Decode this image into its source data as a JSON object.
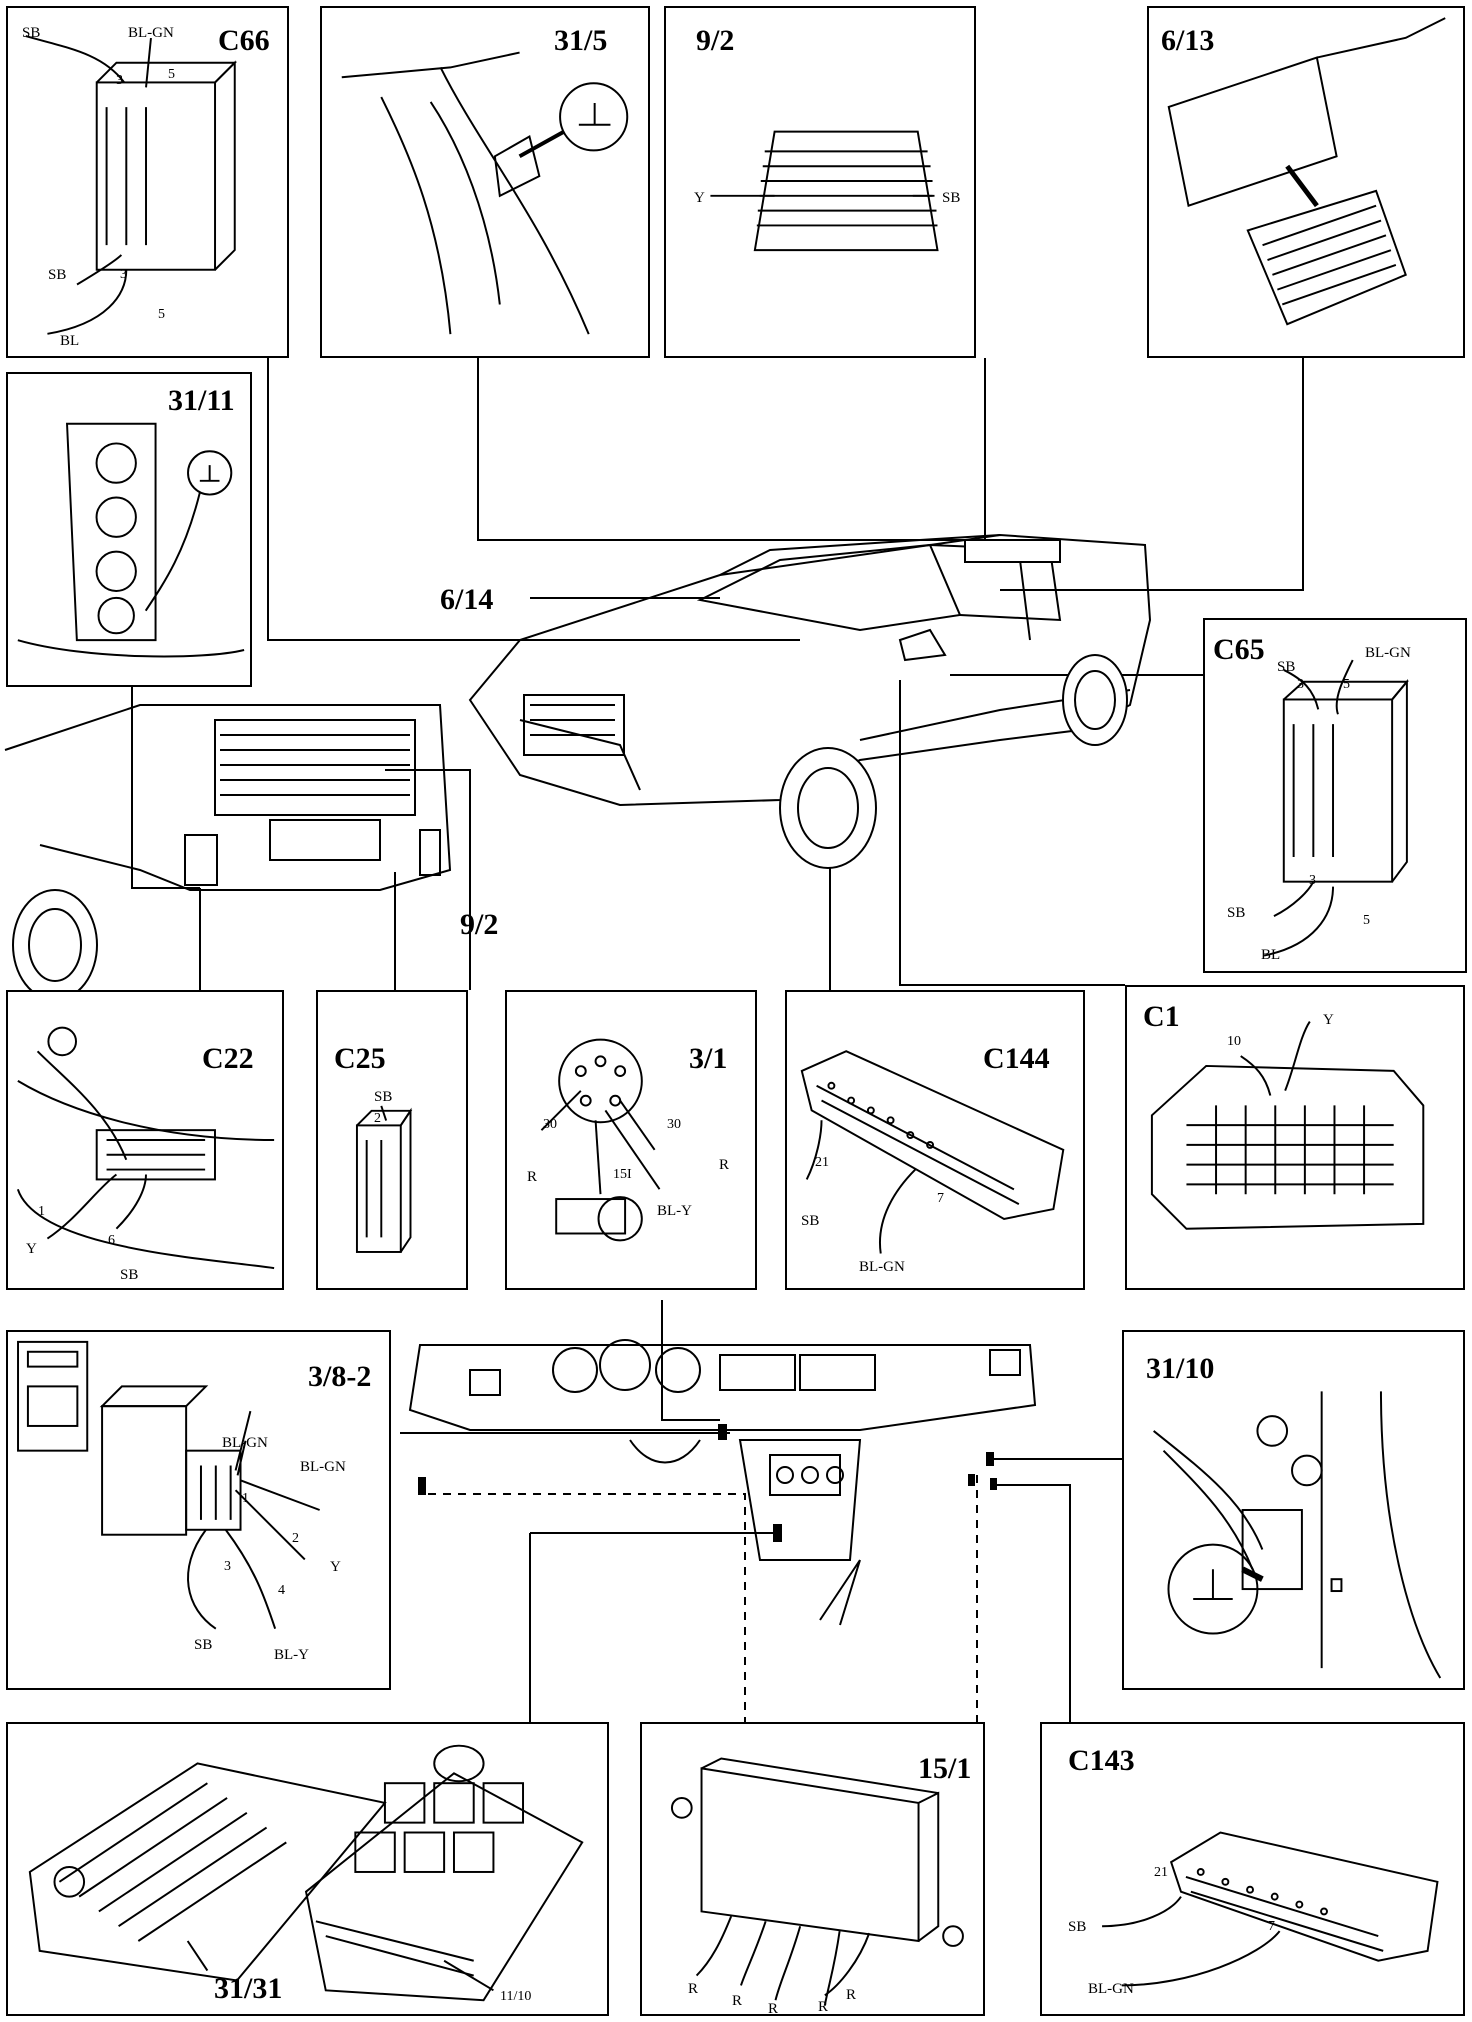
{
  "panels": {
    "c66": {
      "title": "C66",
      "wires": [
        "SB",
        "BL-GN",
        "SB",
        "BL"
      ],
      "pins": [
        "3",
        "5",
        "3",
        "5"
      ]
    },
    "p31_5": {
      "title": "31/5"
    },
    "p9_2_top": {
      "title": "9/2",
      "wires": [
        "Y",
        "SB"
      ]
    },
    "p6_13": {
      "title": "6/13"
    },
    "p31_11": {
      "title": "31/11"
    },
    "c65": {
      "title": "C65",
      "wires": [
        "SB",
        "BL-GN",
        "SB",
        "BL"
      ],
      "pins": [
        "3",
        "5",
        "3",
        "5"
      ]
    },
    "c1": {
      "title": "C1",
      "wires": [
        "Y"
      ],
      "pins": [
        "10"
      ]
    },
    "c22": {
      "title": "C22",
      "wires": [
        "Y",
        "SB"
      ],
      "pins": [
        "1",
        "6"
      ]
    },
    "c25": {
      "title": "C25",
      "wires": [
        "SB"
      ],
      "pins": [
        "2"
      ]
    },
    "p3_1": {
      "title": "3/1",
      "wires": [
        "R",
        "R",
        "BL-Y"
      ],
      "pins": [
        "30",
        "30",
        "15I"
      ]
    },
    "c144": {
      "title": "C144",
      "wires": [
        "SB",
        "BL-GN"
      ],
      "pins": [
        "21",
        "7"
      ]
    },
    "p3_8_2": {
      "title": "3/8-2",
      "wires": [
        "BL-GN",
        "BL-GN",
        "Y",
        "SB",
        "BL-Y"
      ],
      "pins": [
        "1",
        "2",
        "3",
        "4"
      ]
    },
    "p31_10": {
      "title": "31/10"
    },
    "p31_31": {
      "title": "31/31",
      "pins": [
        "11/10"
      ]
    },
    "p15_1": {
      "title": "15/1",
      "wires": [
        "R",
        "R",
        "R",
        "R",
        "R"
      ]
    },
    "c143": {
      "title": "C143",
      "wires": [
        "SB",
        "BL-GN"
      ],
      "pins": [
        "21",
        "7"
      ]
    }
  },
  "body_labels": {
    "car_6_14": "6/14",
    "wagon_9_2": "9/2"
  }
}
